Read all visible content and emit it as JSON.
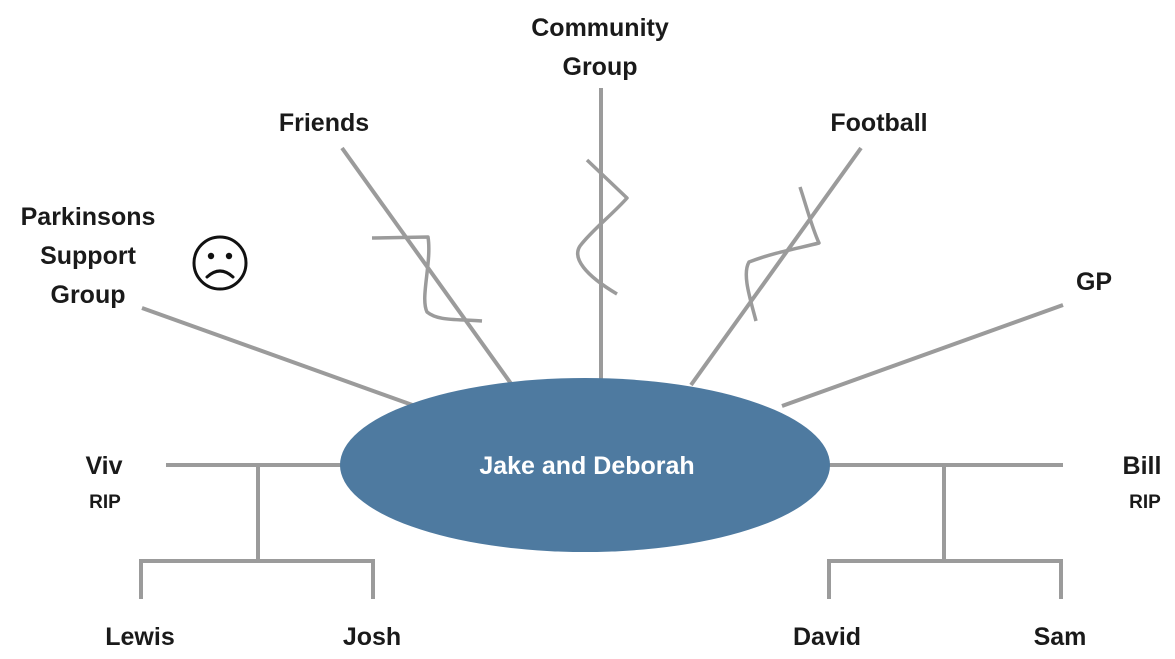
{
  "center": {
    "label": "Jake and Deborah",
    "color": "#4e7aa0"
  },
  "line_color": "#9b9b9b",
  "groups": {
    "parkinsons": {
      "lines": [
        "Parkinsons",
        "Support",
        "Group"
      ],
      "status_icon": "sad-face-icon",
      "connection": "normal"
    },
    "friends": {
      "label": "Friends",
      "connection": "broken"
    },
    "community": {
      "lines": [
        "Community",
        "Group"
      ],
      "connection": "broken"
    },
    "football": {
      "label": "Football",
      "connection": "broken"
    },
    "gp": {
      "label": "GP",
      "connection": "normal"
    }
  },
  "family": {
    "left": {
      "name": "Viv",
      "note": "RIP",
      "children": [
        "Lewis",
        "Josh"
      ]
    },
    "right": {
      "name": "Bill",
      "note": "RIP",
      "children": [
        "David",
        "Sam"
      ]
    }
  },
  "icons": {
    "sad_face": "☹"
  }
}
